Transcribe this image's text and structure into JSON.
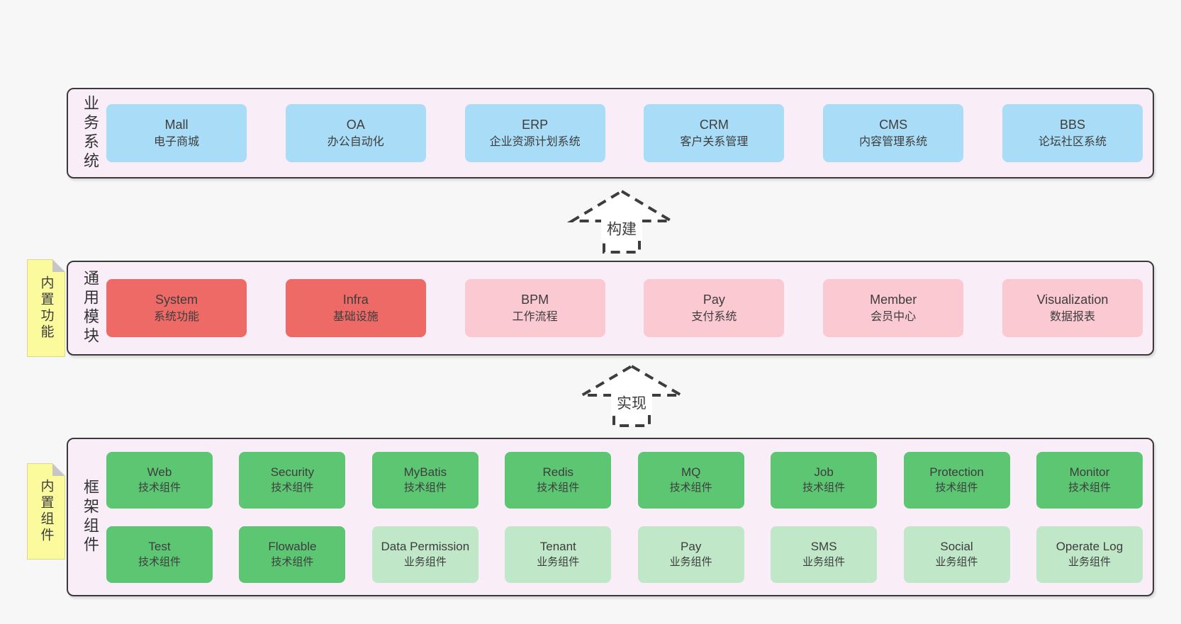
{
  "colors": {
    "page_bg": "#f7f7f7",
    "panel_bg": "#f9eef8",
    "panel_border": "#3a3a3a",
    "blue": "#a9ddf7",
    "red": "#ee6a66",
    "pink": "#fac9d2",
    "green": "#5cc672",
    "light_green": "#bfe7c8",
    "note_yellow": "#fbfb9e",
    "text": "#3d3d3d"
  },
  "arrows": [
    {
      "label": "构建"
    },
    {
      "label": "实现"
    }
  ],
  "sections": {
    "business": {
      "label": "业务系统",
      "items": [
        {
          "name": "Mall",
          "desc": "电子商城"
        },
        {
          "name": "OA",
          "desc": "办公自动化"
        },
        {
          "name": "ERP",
          "desc": "企业资源计划系统"
        },
        {
          "name": "CRM",
          "desc": "客户关系管理"
        },
        {
          "name": "CMS",
          "desc": "内容管理系统"
        },
        {
          "name": "BBS",
          "desc": "论坛社区系统"
        }
      ]
    },
    "modules": {
      "label": "通用模块",
      "note": "内置功能",
      "items": [
        {
          "name": "System",
          "desc": "系统功能"
        },
        {
          "name": "Infra",
          "desc": "基础设施"
        },
        {
          "name": "BPM",
          "desc": "工作流程"
        },
        {
          "name": "Pay",
          "desc": "支付系统"
        },
        {
          "name": "Member",
          "desc": "会员中心"
        },
        {
          "name": "Visualization",
          "desc": "数据报表"
        }
      ]
    },
    "framework": {
      "label": "框架组件",
      "note": "内置组件",
      "row1": [
        {
          "name": "Web",
          "desc": "技术组件"
        },
        {
          "name": "Security",
          "desc": "技术组件"
        },
        {
          "name": "MyBatis",
          "desc": "技术组件"
        },
        {
          "name": "Redis",
          "desc": "技术组件"
        },
        {
          "name": "MQ",
          "desc": "技术组件"
        },
        {
          "name": "Job",
          "desc": "技术组件"
        },
        {
          "name": "Protection",
          "desc": "技术组件"
        },
        {
          "name": "Monitor",
          "desc": "技术组件"
        }
      ],
      "row2": [
        {
          "name": "Test",
          "desc": "技术组件"
        },
        {
          "name": "Flowable",
          "desc": "技术组件"
        },
        {
          "name": "Data Permission",
          "desc": "业务组件"
        },
        {
          "name": "Tenant",
          "desc": "业务组件"
        },
        {
          "name": "Pay",
          "desc": "业务组件"
        },
        {
          "name": "SMS",
          "desc": "业务组件"
        },
        {
          "name": "Social",
          "desc": "业务组件"
        },
        {
          "name": "Operate Log",
          "desc": "业务组件"
        }
      ]
    }
  }
}
